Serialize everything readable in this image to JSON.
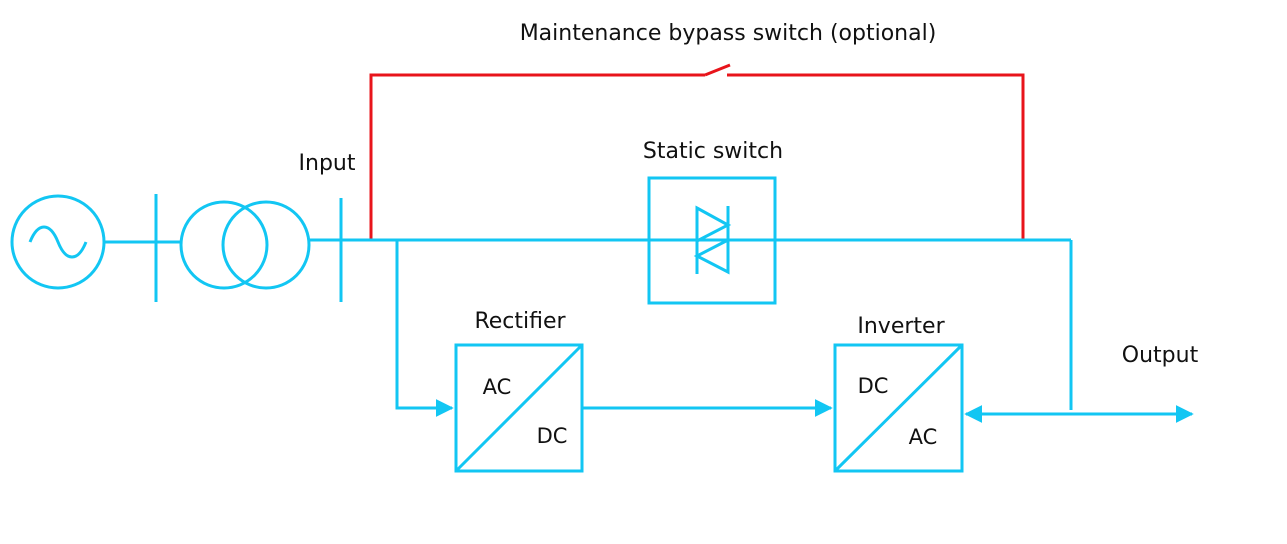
{
  "labels": {
    "bypass": "Maintenance bypass switch (optional)",
    "input": "Input",
    "static_switch": "Static switch",
    "rectifier": "Rectifier",
    "inverter": "Inverter",
    "output": "Output",
    "rectifier_in": "AC",
    "rectifier_out": "DC",
    "inverter_in": "DC",
    "inverter_out": "AC"
  },
  "colors": {
    "main_line": "#12C6F3",
    "bypass_line": "#E8141B"
  },
  "icons": [
    "ac-source-icon",
    "transformer-icon",
    "thyristor-icon",
    "switch-icon"
  ]
}
